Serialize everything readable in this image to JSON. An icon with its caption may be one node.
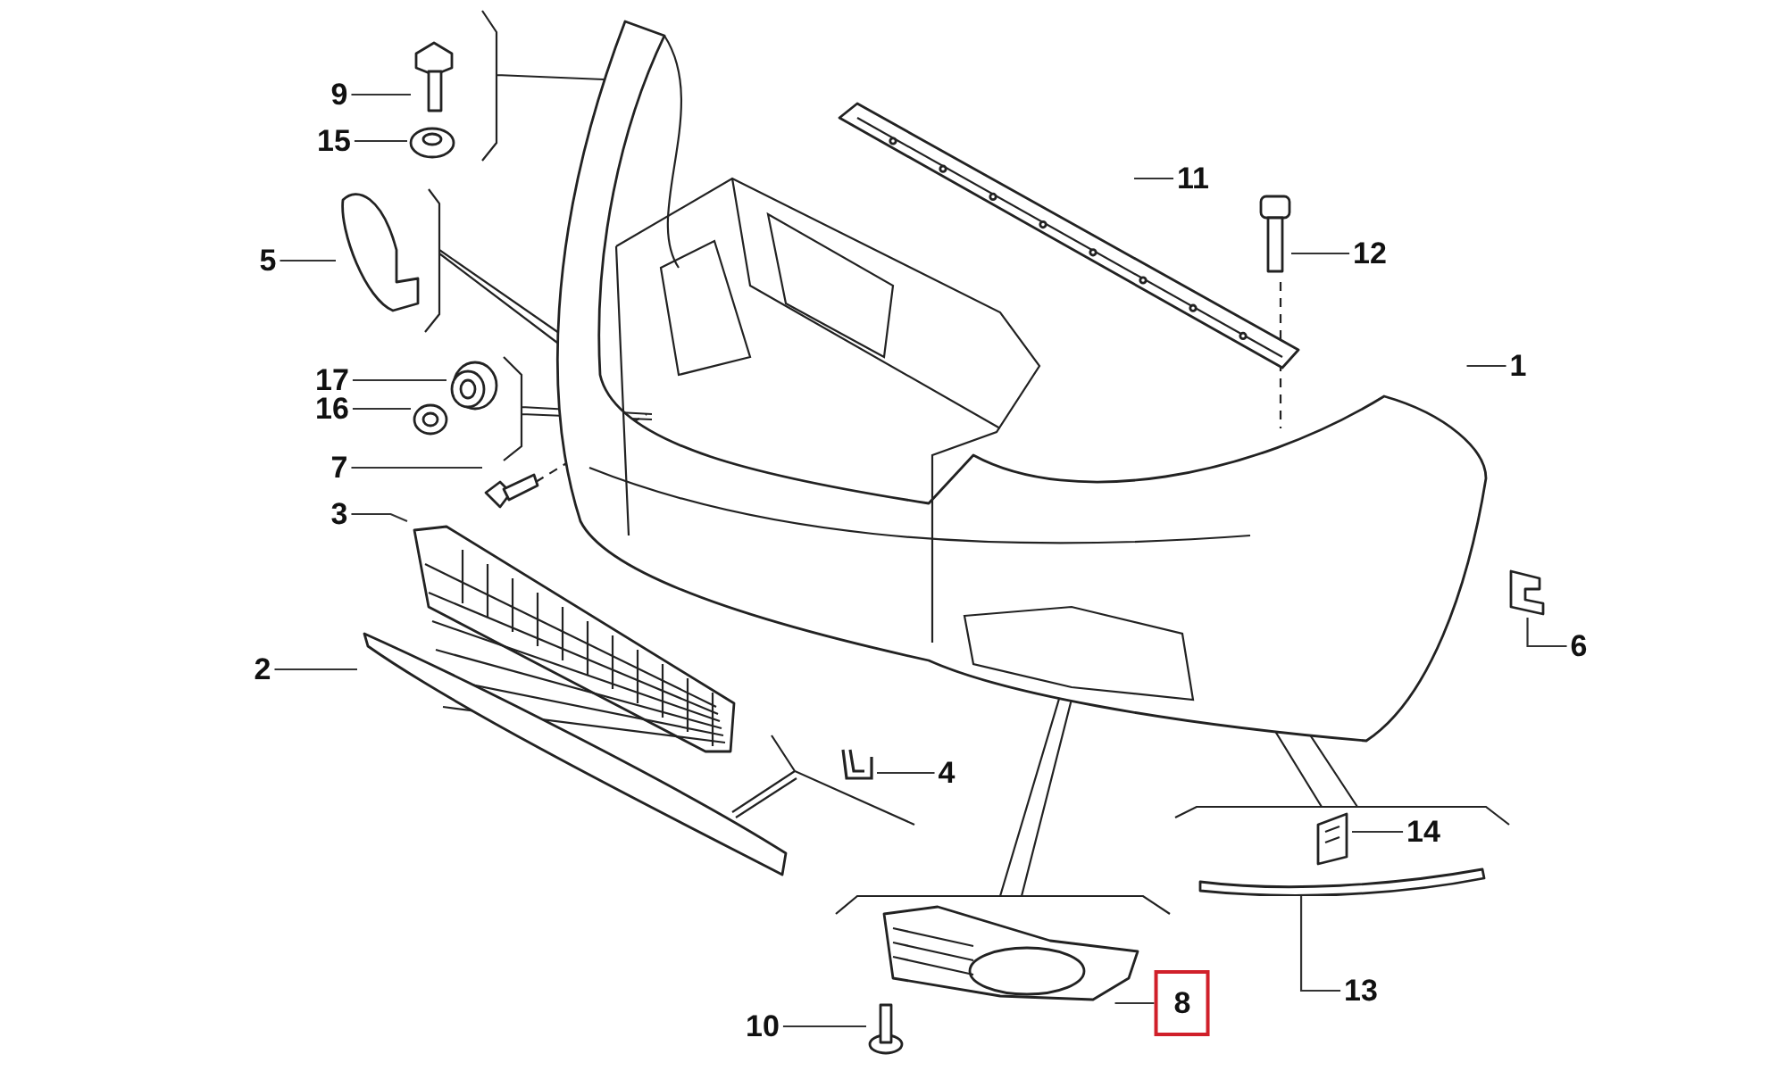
{
  "diagram": {
    "nodes": [
      {
        "text": [
          "9"
        ]
      },
      {
        "text": [
          "15"
        ]
      },
      {
        "text": [
          "11"
        ]
      },
      {
        "text": [
          "12"
        ]
      },
      {
        "text": [
          "5"
        ]
      },
      {
        "text": [
          "17"
        ]
      },
      {
        "text": [
          "1"
        ]
      },
      {
        "text": [
          "16"
        ]
      },
      {
        "text": [
          "7"
        ]
      },
      {
        "text": [
          "3"
        ]
      },
      {
        "text": [
          "6"
        ]
      },
      {
        "text": [
          "2"
        ]
      },
      {
        "text": [
          "4"
        ]
      },
      {
        "text": [
          "14"
        ]
      },
      {
        "text": [
          "8"
        ]
      },
      {
        "text": [
          "13"
        ]
      },
      {
        "text": [
          "10"
        ]
      },
      {
        "text": [],
        "shape": "picture"
      },
      {
        "text": [],
        "shape": "picture"
      },
      {
        "text": [],
        "shape": "picture"
      },
      {
        "text": [],
        "shape": "picture"
      },
      {
        "text": [],
        "shape": "picture"
      },
      {
        "text": [],
        "shape": "picture"
      },
      {
        "text": [],
        "shape": "picture"
      },
      {
        "text": [],
        "shape": "picture"
      },
      {
        "text": [],
        "shape": "picture"
      },
      {
        "text": [],
        "shape": "picture"
      },
      {
        "text": [],
        "shape": "picture"
      },
      {
        "text": [],
        "shape": "picture"
      },
      {
        "text": [],
        "shape": "picture"
      },
      {
        "text": [],
        "shape": "picture"
      },
      {
        "text": [],
        "shape": "picture"
      },
      {
        "text": [],
        "shape": "picture"
      },
      {
        "text": [],
        "shape": "picture"
      }
    ],
    "edges": [
      {
        "from": 0,
        "to": 17,
        "arrow": "none"
      },
      {
        "from": 1,
        "to": 18,
        "arrow": "none"
      },
      {
        "from": 2,
        "to": 19,
        "arrow": "none"
      },
      {
        "from": 3,
        "to": 20,
        "arrow": "none"
      },
      {
        "from": 4,
        "to": 21,
        "arrow": "none"
      },
      {
        "from": 5,
        "to": 22,
        "arrow": "none"
      },
      {
        "from": 6,
        "to": 23,
        "arrow": "none"
      },
      {
        "from": 7,
        "to": 24,
        "arrow": "none"
      },
      {
        "from": 8,
        "to": 25,
        "arrow": "none"
      },
      {
        "from": 9,
        "to": 26,
        "arrow": "none"
      },
      {
        "from": 10,
        "to": 27,
        "arrow": "none"
      },
      {
        "from": 11,
        "to": 28,
        "arrow": "none"
      },
      {
        "from": 12,
        "to": 29,
        "arrow": "none"
      },
      {
        "from": 13,
        "to": 30,
        "arrow": "none"
      },
      {
        "from": 14,
        "to": 31,
        "arrow": "none"
      },
      {
        "from": 15,
        "to": 32,
        "arrow": "none"
      },
      {
        "from": 16,
        "to": 33,
        "arrow": "none"
      }
    ]
  }
}
